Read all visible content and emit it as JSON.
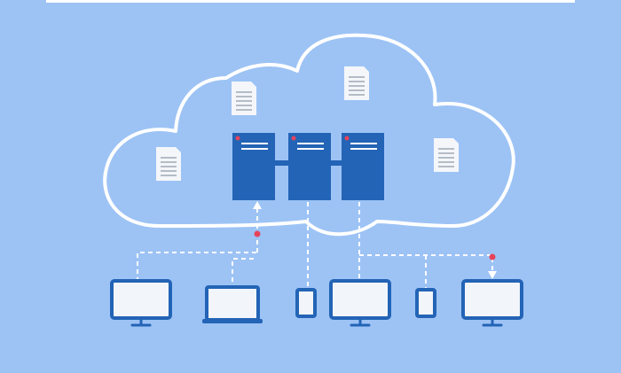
{
  "colors": {
    "background": "#9dc3f5",
    "top_strip": "#ffffff",
    "cloud_outline": "#ffffff",
    "server_fill": "#2364b6",
    "server_line": "#ffffff",
    "server_led": "#e5435a",
    "connector": "#2364b6",
    "dashed_line": "#ffffff",
    "signal_dot": "#e5435a",
    "device_frame": "#2364b6",
    "device_screen": "#f2f5f9",
    "document_paper": "#f4f6fa",
    "document_lines": "#8d99a8"
  },
  "diagram": {
    "concept": "cloud-storage-network",
    "cloud": {
      "shape": "cloud-outline"
    },
    "servers": [
      {
        "id": "server-1",
        "has_led": true
      },
      {
        "id": "server-2",
        "has_led": true
      },
      {
        "id": "server-3",
        "has_led": true
      }
    ],
    "documents": [
      {
        "id": "document-1"
      },
      {
        "id": "document-2"
      },
      {
        "id": "document-3"
      },
      {
        "id": "document-4"
      }
    ],
    "devices": [
      {
        "id": "monitor-1",
        "type": "desktop-monitor"
      },
      {
        "id": "laptop-1",
        "type": "laptop"
      },
      {
        "id": "phone-1",
        "type": "smartphone"
      },
      {
        "id": "monitor-2",
        "type": "desktop-monitor"
      },
      {
        "id": "phone-2",
        "type": "smartphone"
      },
      {
        "id": "monitor-3",
        "type": "desktop-monitor"
      }
    ],
    "connections": [
      {
        "from": "monitor-1",
        "to": "server-1",
        "direction": "upload"
      },
      {
        "from": "laptop-1",
        "to": "server-1",
        "direction": "upload"
      },
      {
        "from": "server-2",
        "to": "phone-1",
        "direction": "link"
      },
      {
        "from": "server-3",
        "to": "monitor-2",
        "direction": "link"
      },
      {
        "from": "server-3",
        "to": "phone-2",
        "direction": "link"
      },
      {
        "from": "server-3",
        "to": "monitor-3",
        "direction": "download"
      }
    ]
  }
}
